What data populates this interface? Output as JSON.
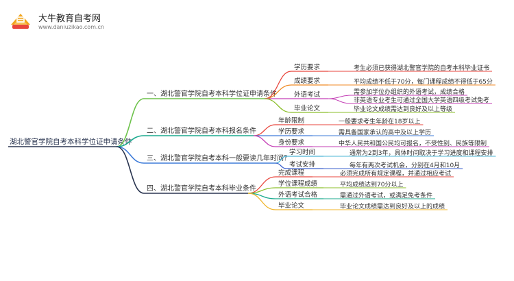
{
  "brand": {
    "site_name": "大牛教育自考网",
    "site_url": "www.daniuzikao.com.cn"
  },
  "mindmap": {
    "root": "湖北警官学院自考本科学位证申请条件",
    "branches": [
      {
        "label": "一、湖北警官学院自考本科学位证申请条件",
        "color": "#6cc24a",
        "children": [
          {
            "label": "学历要求",
            "color": "#e8453c",
            "detail": "考生必须已获得湖北警官学院的自考本科毕业证书"
          },
          {
            "label": "成绩要求",
            "color": "#f08a24",
            "detail": "平均成绩不低于70分，每门课程成绩不得低于65分"
          },
          {
            "label": "外语考试",
            "color": "#c43fb6",
            "details": [
              "需参加学位办组织的外语考试，成绩合格",
              "非英语专业考生可通过全国大学英语四级考试免考"
            ]
          },
          {
            "label": "毕业论文",
            "color": "#8bbf2a",
            "detail": "毕业论文成绩需达到良好及以上等级"
          }
        ]
      },
      {
        "label": "二、湖北警官学院自考本科报名条件",
        "color": "#1aaa8e",
        "children": [
          {
            "label": "年龄限制",
            "color": "#e8453c",
            "detail": "一般要求考生年龄在18岁以上"
          },
          {
            "label": "学历要求",
            "color": "#3d7bd9",
            "detail": "需具备国家承认的高中及以上学历"
          },
          {
            "label": "身份要求",
            "color": "#c43fb6",
            "detail": "中华人民共和国公民均可报名，不受性别、民族等限制"
          }
        ]
      },
      {
        "label": "三、湖北警官学院自考本科一般要读几年时间？",
        "color": "#3d7bd9",
        "children": [
          {
            "label": "学习时间",
            "color": "#4bb5d6",
            "detail": "通常为2到3年，具体时间取决于学习进度和课程安排"
          },
          {
            "label": "考试安排",
            "color": "#3a5fcd",
            "detail": "每年有两次考试机会，分别在4月和10月"
          }
        ]
      },
      {
        "label": "四、湖北警官学院自考本科毕业条件",
        "color": "#2a3550",
        "children": [
          {
            "label": "完成课程",
            "color": "#e8453c",
            "detail": "必须完成所有规定课程，并通过相应考试"
          },
          {
            "label": "学位课程成绩",
            "color": "#8bbf2a",
            "detail": "平均成绩达到70分以上"
          },
          {
            "label": "外语考试合格",
            "color": "#1aaa8e",
            "detail": "需通过外语考试，或满足免考条件"
          },
          {
            "label": "毕业论文",
            "color": "#f0b429",
            "detail": "毕业论文成绩需达到良好及以上的成绩"
          }
        ]
      }
    ]
  }
}
